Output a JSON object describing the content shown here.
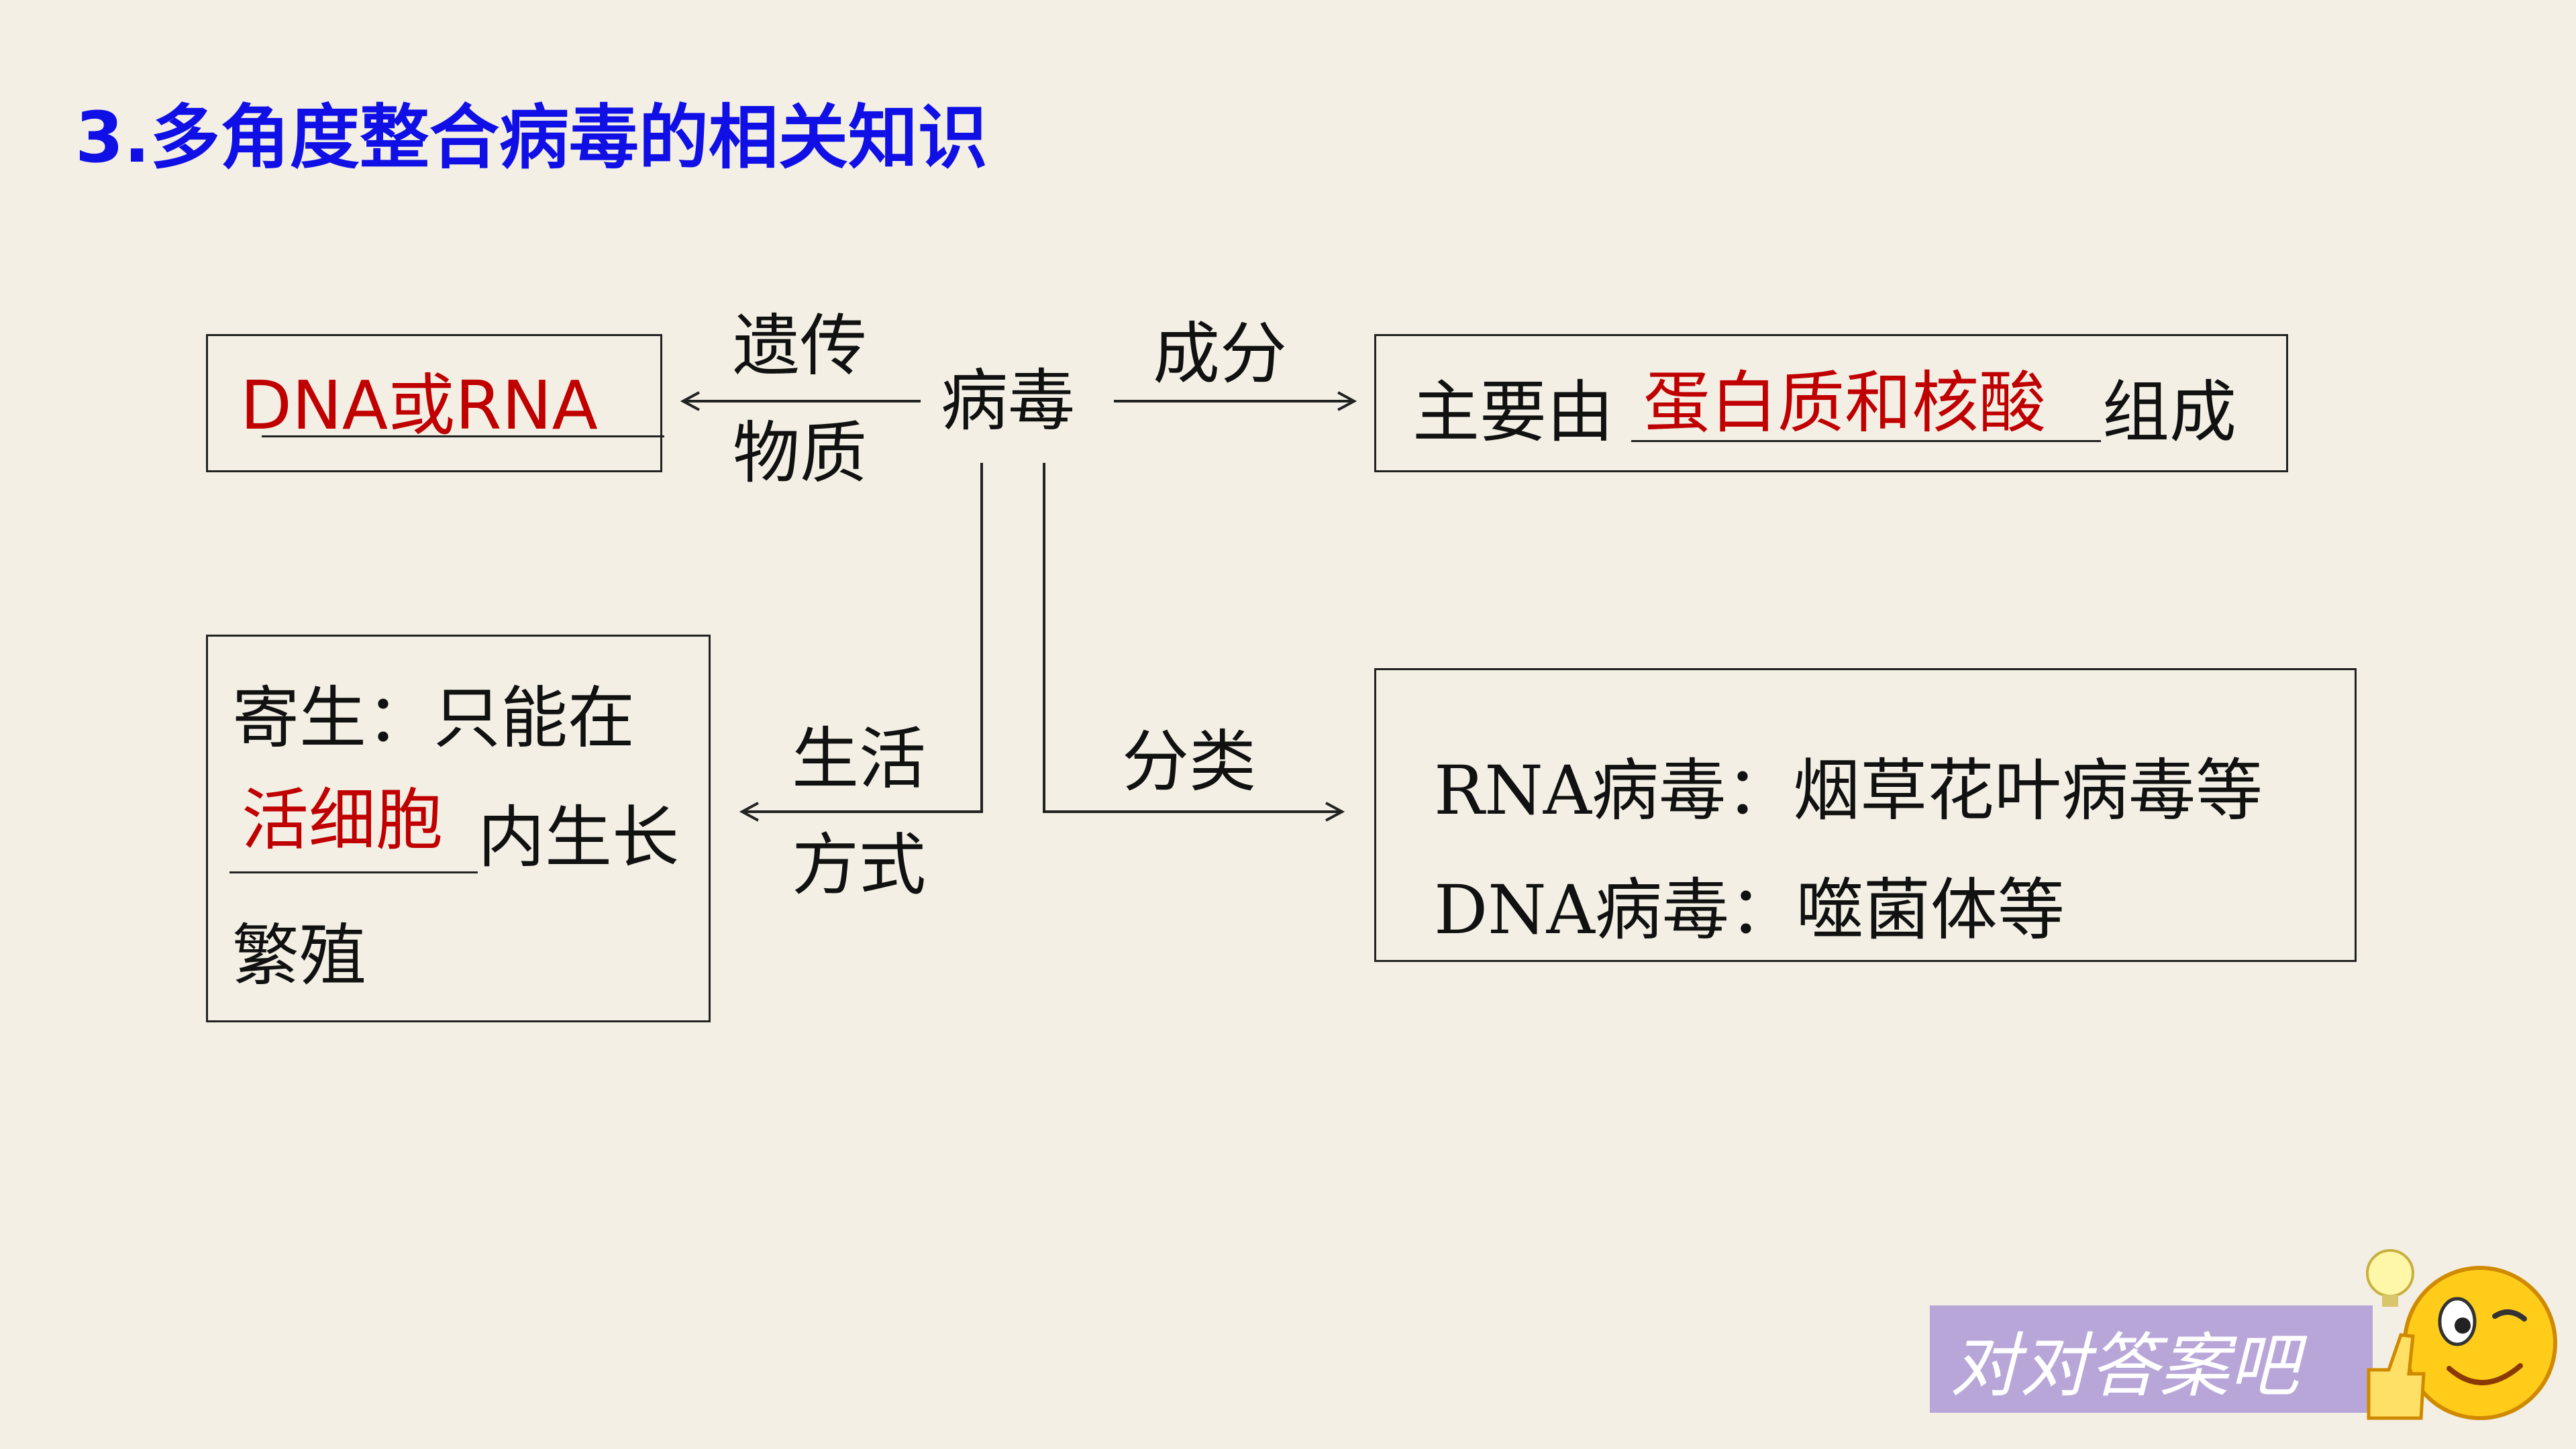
{
  "title": "3.多角度整合病毒的相关知识",
  "center": {
    "label": "病毒"
  },
  "genetic": {
    "link_top": "遗传",
    "link_bottom": "物质",
    "answer": "DNA或RNA"
  },
  "composition": {
    "link": "成分",
    "prefix": "主要由",
    "answer": "蛋白质和核酸",
    "suffix": "组成"
  },
  "lifestyle": {
    "link_top": "生活",
    "link_bottom": "方式",
    "line1": "寄生：只能在",
    "answer": "活细胞",
    "line2_suffix": "内生长",
    "line3": "繁殖"
  },
  "classification": {
    "link": "分类",
    "rna": "RNA病毒：烟草花叶病毒等",
    "dna": "DNA病毒：噬菌体等"
  },
  "check_answer": {
    "label": "对对答案吧",
    "icon": "thumbs-up-smiley-icon"
  },
  "colors": {
    "title": "#1010e6",
    "answer": "#c00000",
    "badge": "#b8a6d9",
    "background": "#f3efe4"
  }
}
